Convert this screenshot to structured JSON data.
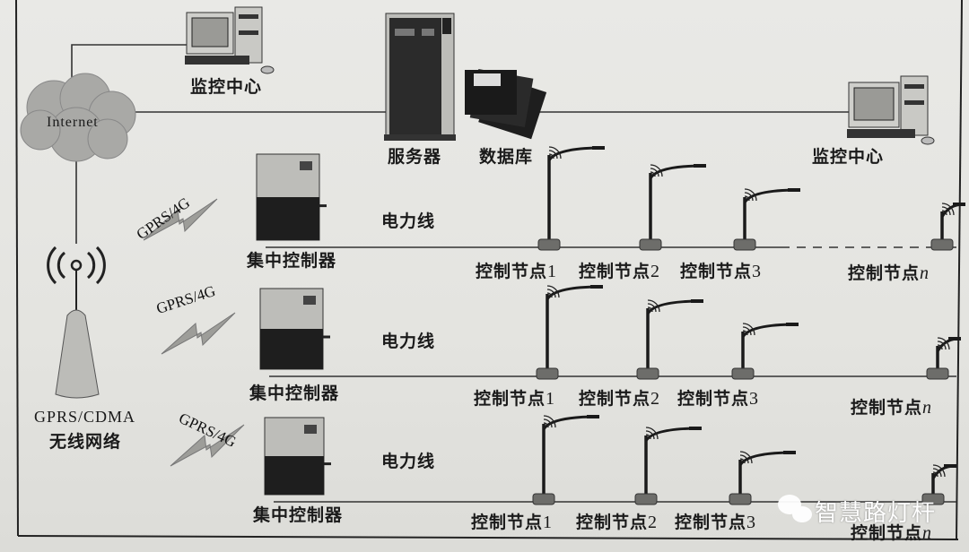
{
  "top_monitor": {
    "label": "监控中心"
  },
  "internet": {
    "label": "Internet"
  },
  "server": {
    "label": "服务器"
  },
  "database": {
    "label": "数据库"
  },
  "right_monitor": {
    "label": "监控中心"
  },
  "wireless": {
    "line1": "GPRS/CDMA",
    "line2": "无线网络"
  },
  "rows": [
    {
      "link": "GPRS/4G",
      "controller": "集中控制器",
      "power_line": "电力线",
      "nodes": [
        {
          "prefix": "控制节点",
          "index": "1"
        },
        {
          "prefix": "控制节点",
          "index": "2"
        },
        {
          "prefix": "控制节点",
          "index": "3"
        },
        {
          "prefix": "控制节点",
          "index": "n"
        }
      ]
    },
    {
      "link": "GPRS/4G",
      "controller": "集中控制器",
      "power_line": "电力线",
      "nodes": [
        {
          "prefix": "控制节点",
          "index": "1"
        },
        {
          "prefix": "控制节点",
          "index": "2"
        },
        {
          "prefix": "控制节点",
          "index": "3"
        },
        {
          "prefix": "控制节点",
          "index": "n"
        }
      ]
    },
    {
      "link": "GPRS/4G",
      "controller": "集中控制器",
      "power_line": "电力线",
      "nodes": [
        {
          "prefix": "控制节点",
          "index": "1"
        },
        {
          "prefix": "控制节点",
          "index": "2"
        },
        {
          "prefix": "控制节点",
          "index": "3"
        },
        {
          "prefix": "控制节点",
          "index": "n"
        }
      ]
    }
  ],
  "watermark": {
    "text": "智慧路灯杆"
  }
}
